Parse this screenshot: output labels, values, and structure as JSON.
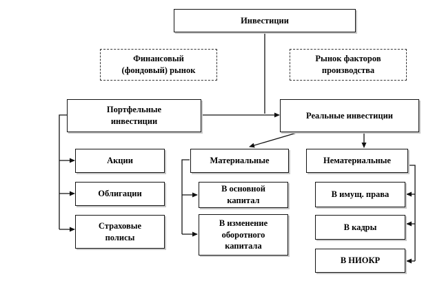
{
  "nodes": {
    "investments": "Инвестиции",
    "financial_market": "Финансовый\n(фондовый) рынок",
    "factor_market": "Рынок факторов\nпроизводства",
    "portfolio": "Портфельные\nинвестиции",
    "real": "Реальные инвестиции",
    "stocks": "Акции",
    "bonds": "Облигации",
    "insurance": "Страховые\nполисы",
    "material": "Материальные",
    "fixed_capital": "В основной\nкапитал",
    "working_capital": "В изменение\nоборотного\nкапитала",
    "intangible": "Нематериальные",
    "property_rights": "В имущ. права",
    "personnel": "В кадры",
    "rnd": "В НИОКР"
  }
}
